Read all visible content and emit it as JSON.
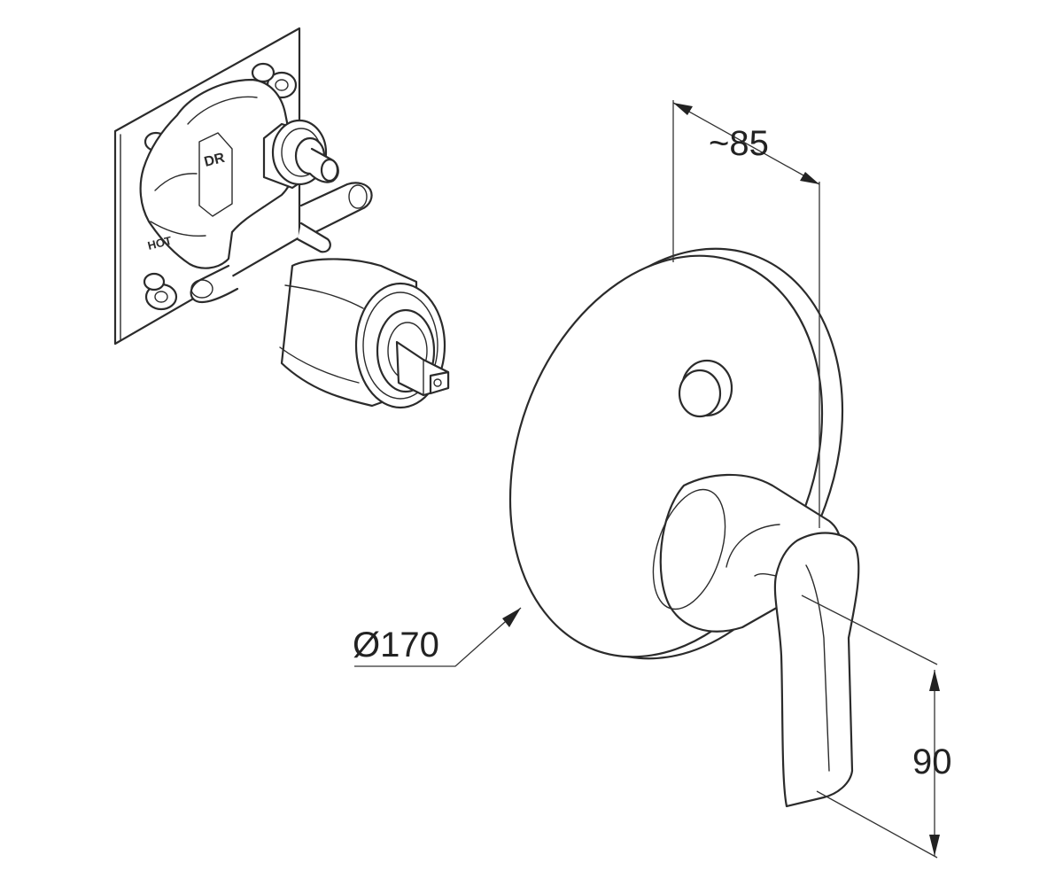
{
  "dimensions": {
    "depth": "~85",
    "diameter": "Ø170",
    "handle_height": "90"
  },
  "body_markings": {
    "diverter": "DR",
    "hot": "HOT"
  }
}
